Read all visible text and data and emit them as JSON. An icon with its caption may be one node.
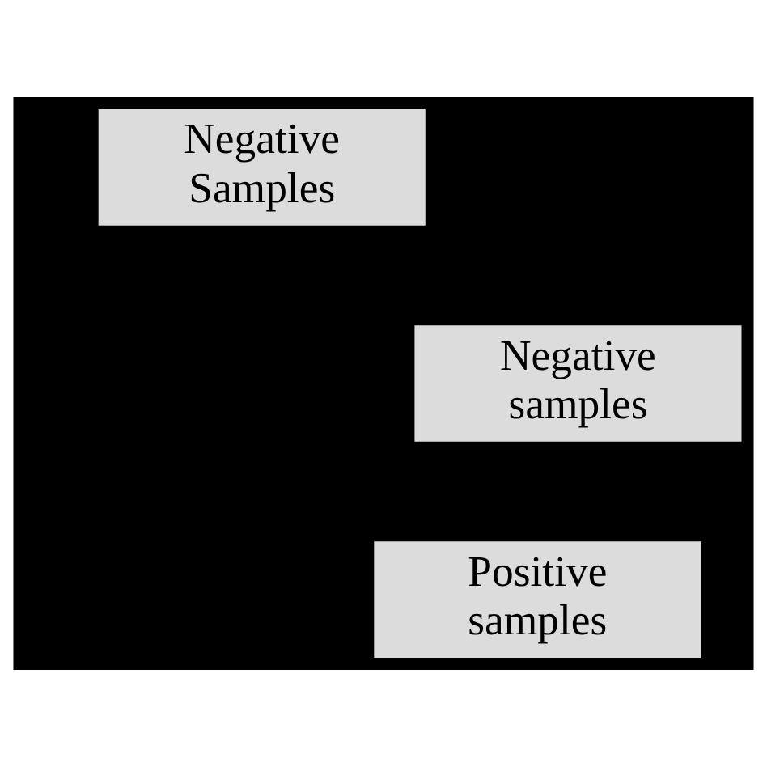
{
  "diagram": {
    "nodes": [
      {
        "text": [
          "Negative Samples"
        ]
      },
      {
        "text": [
          "Negative samples"
        ]
      },
      {
        "text": [
          "Positive samples"
        ]
      }
    ]
  }
}
